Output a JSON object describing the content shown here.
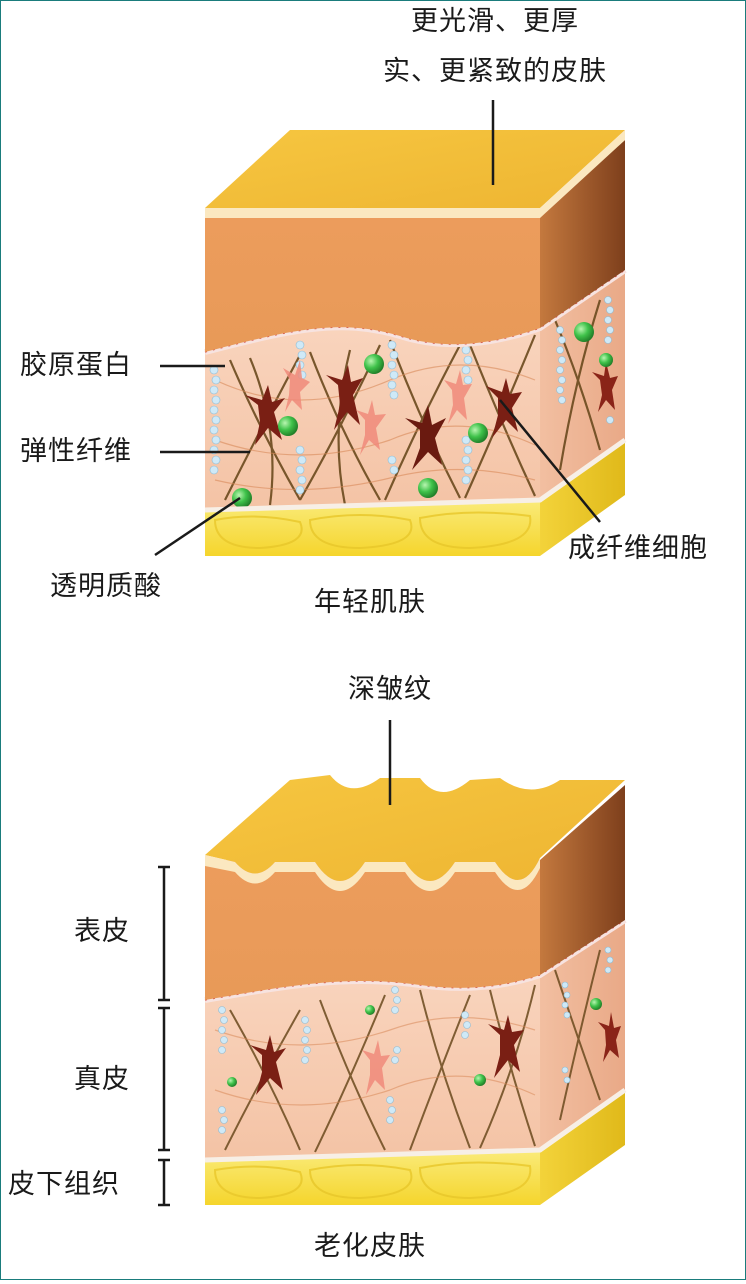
{
  "young": {
    "top_label_line1": "更光滑、更厚",
    "top_label_line2": "实、更紧致的皮肤",
    "collagen": "胶原蛋白",
    "elastin": "弹性纤维",
    "hyaluronic": "透明质酸",
    "fibroblast": "成纤维细胞",
    "caption": "年轻肌肤"
  },
  "aged": {
    "top_label": "深皱纹",
    "epidermis": "表皮",
    "dermis": "真皮",
    "subcutaneous": "皮下组织",
    "caption": "老化皮肤"
  },
  "colors": {
    "epidermis_top": "#f4c23a",
    "epidermis_body": "#e99a59",
    "epidermis_side": "#8e4a20",
    "dermis": "#f6cbb0",
    "fiber": "#6b4a1e",
    "fibroblast": "#7a1f14",
    "fibroblast_light": "#f08a7a",
    "collagen_bead": "#c9e6f5",
    "hyaluronic": "#3fc24a",
    "fat": "#f7e04d"
  }
}
